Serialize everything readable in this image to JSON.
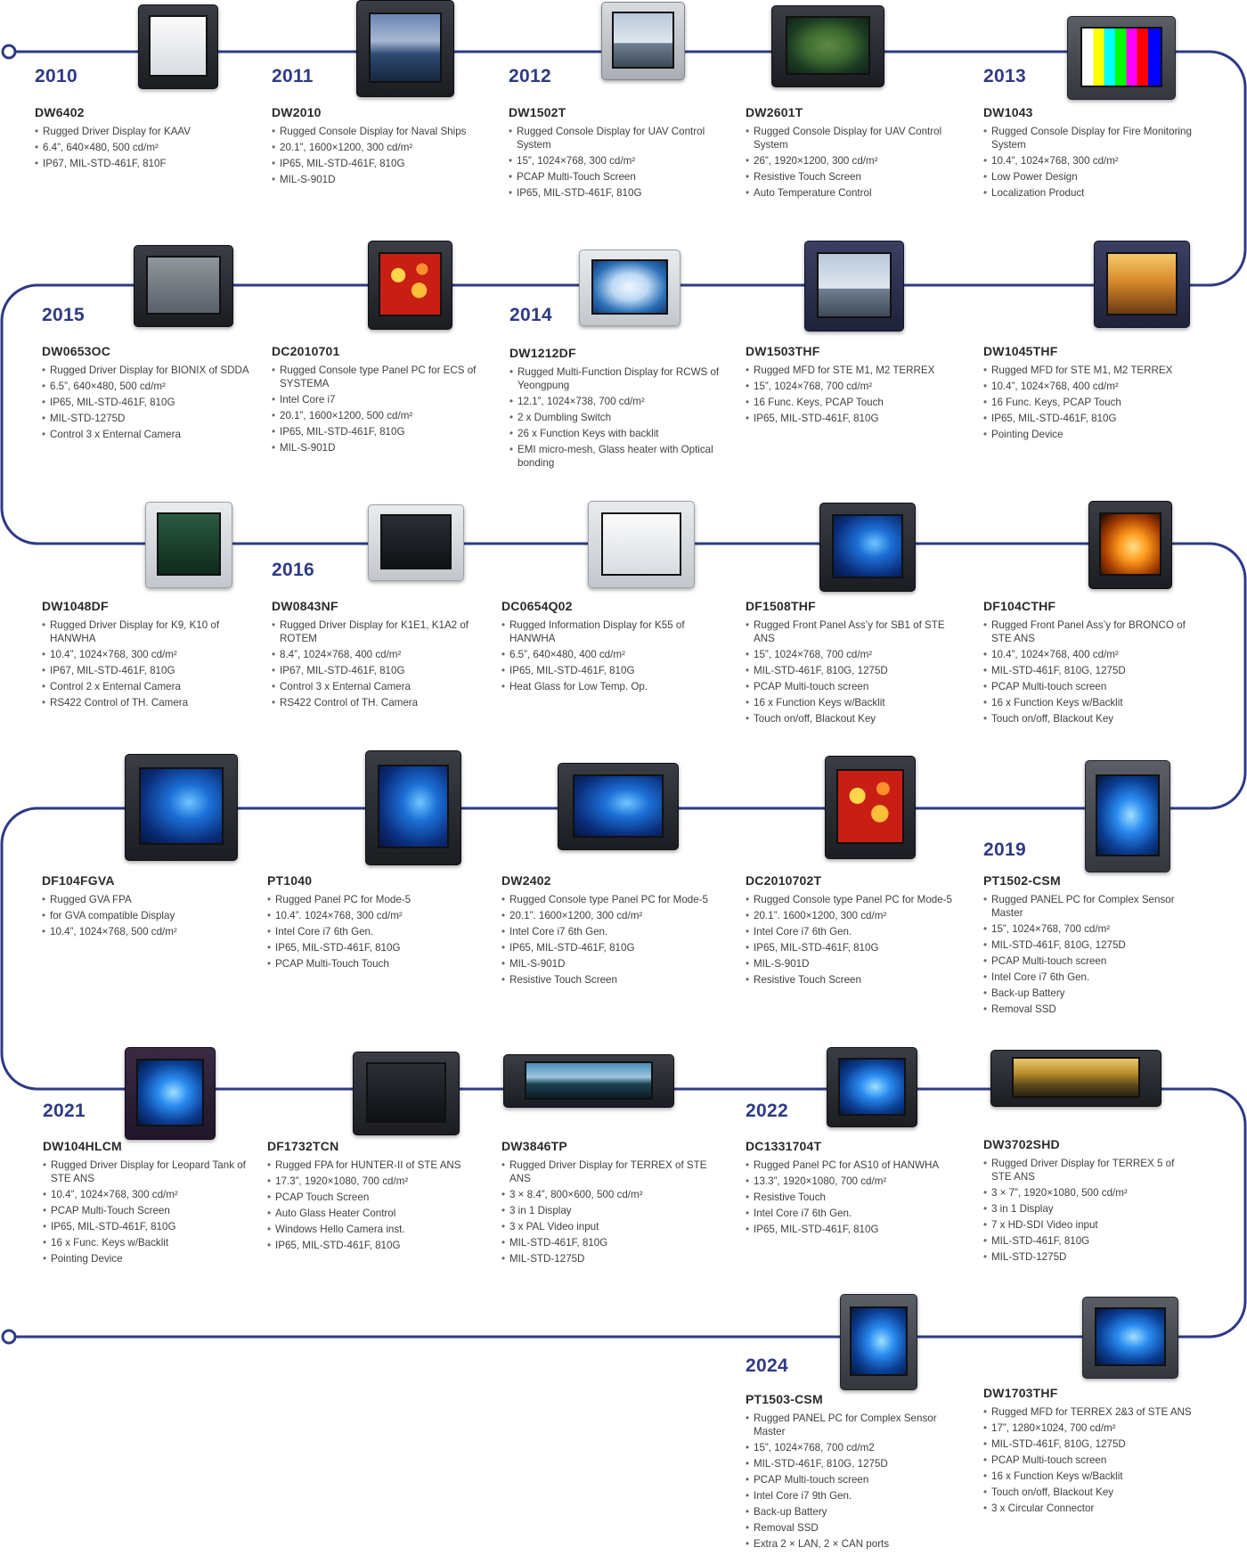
{
  "colors": {
    "line": "#2e3a86",
    "year": "#2e3a86"
  },
  "years": [
    "2010",
    "2011",
    "2012",
    "2013",
    "2015",
    "2014",
    "2016",
    "2019",
    "2021",
    "2022",
    "2024"
  ],
  "items": [
    {
      "model": "DW6402",
      "specs": [
        "Rugged Driver Display for KAAV",
        "6.4”, 640×480, 500 cd/m²",
        "IP67, MIL-STD-461F, 810F"
      ]
    },
    {
      "model": "DW2010",
      "specs": [
        "Rugged Console Display for Naval Ships",
        "20.1”, 1600×1200, 300 cd/m²",
        "IP65, MIL-STD-461F, 810G",
        "MIL-S-901D"
      ]
    },
    {
      "model": "DW1502T",
      "specs": [
        "Rugged Console Display for UAV Control System",
        "15”, 1024×768, 300 cd/m²",
        "PCAP Multi-Touch Screen",
        "IP65, MIL-STD-461F, 810G"
      ]
    },
    {
      "model": "DW2601T",
      "specs": [
        "Rugged Console Display for UAV Control System",
        "26”, 1920×1200, 300 cd/m²",
        "Resistive Touch Screen",
        "Auto Temperature Control"
      ]
    },
    {
      "model": "DW1043",
      "specs": [
        "Rugged Console Display for Fire Monitoring System",
        "10.4”, 1024×768, 300 cd/m²",
        "Low Power Design",
        "Localization Product"
      ]
    },
    {
      "model": "DW0653OC",
      "specs": [
        "Rugged Driver Display for BIONIX of SDDA",
        "6.5”, 640×480, 500 cd/m²",
        "IP65, MIL-STD-461F, 810G",
        "MIL-STD-1275D",
        "Control 3 x Enternal Camera"
      ]
    },
    {
      "model": "DC2010701",
      "specs": [
        "Rugged Console type Panel PC for ECS of SYSTEMA",
        "Intel Core i7",
        "20.1”, 1600×1200, 500 cd/m²",
        "IP65, MIL-STD-461F, 810G",
        "MIL-S-901D"
      ]
    },
    {
      "model": "DW1212DF",
      "specs": [
        "Rugged Multi-Function Display for RCWS of Yeongpung",
        "12.1”, 1024×738, 700 cd/m²",
        "2 x Dumbling Switch",
        "26 x Function Keys with backlit",
        "EMI micro-mesh, Glass heater with Optical bonding"
      ]
    },
    {
      "model": "DW1503THF",
      "specs": [
        "Rugged MFD for STE M1, M2 TERREX",
        "15”, 1024×768, 700 cd/m²",
        "16 Func. Keys, PCAP Touch",
        "IP65, MIL-STD-461F, 810G"
      ]
    },
    {
      "model": "DW1045THF",
      "specs": [
        "Rugged MFD for STE M1, M2 TERREX",
        "10.4”, 1024×768, 400 cd/m²",
        "16 Func. Keys, PCAP Touch",
        "IP65, MIL-STD-461F, 810G",
        "Pointing Device"
      ]
    },
    {
      "model": "DW1048DF",
      "specs": [
        "Rugged Driver Display for K9, K10 of HANWHA",
        "10.4”, 1024×768, 300 cd/m²",
        "IP67, MIL-STD-461F, 810G",
        "Control 2 x Enternal Camera",
        "RS422 Control of TH. Camera"
      ]
    },
    {
      "model": "DW0843NF",
      "specs": [
        "Rugged Driver Display for K1E1, K1A2 of ROTEM",
        "8.4”, 1024×768, 400 cd/m²",
        "IP67, MIL-STD-461F, 810G",
        "Control 3 x Enternal Camera",
        "RS422 Control of TH. Camera"
      ]
    },
    {
      "model": "DC0654Q02",
      "specs": [
        "Rugged Information Display for K55 of HANWHA",
        "6.5”, 640×480, 400 cd/m²",
        "IP65, MIL-STD-461F, 810G",
        "Heat Glass for Low Temp. Op."
      ]
    },
    {
      "model": "DF1508THF",
      "specs": [
        "Rugged Front Panel Ass’y for SB1 of STE ANS",
        "15”, 1024×768, 700 cd/m²",
        "MIL-STD-461F, 810G, 1275D",
        "PCAP Multi-touch screen",
        "16 x Function Keys w/Backlit",
        "Touch on/off, Blackout Key"
      ]
    },
    {
      "model": "DF104CTHF",
      "specs": [
        "Rugged Front Panel Ass’y for BRONCO of STE ANS",
        "10.4”, 1024×768, 400 cd/m²",
        "MIL-STD-461F, 810G, 1275D",
        "PCAP Multi-touch screen",
        "16 x Function Keys w/Backlit",
        "Touch on/off, Blackout Key"
      ]
    },
    {
      "model": "DF104FGVA",
      "specs": [
        "Rugged GVA FPA",
        "for GVA compatible Display",
        "10.4”, 1024×768, 500 cd/m²"
      ]
    },
    {
      "model": "PT1040",
      "specs": [
        "Rugged Panel PC for Mode-5",
        "10.4”. 1024×768, 300 cd/m²",
        "Intel Core i7 6th Gen.",
        "IP65, MIL-STD-461F, 810G",
        "PCAP Multi-Touch Touch"
      ]
    },
    {
      "model": "DW2402",
      "specs": [
        "Rugged Console type Panel PC for Mode-5",
        "20.1”. 1600×1200, 300 cd/m²",
        "Intel Core i7 6th Gen.",
        "IP65, MIL-STD-461F, 810G",
        "MIL-S-901D",
        "Resistive Touch Screen"
      ]
    },
    {
      "model": "DC2010702T",
      "specs": [
        "Rugged Console type Panel PC for Mode-5",
        "20.1”. 1600×1200, 300 cd/m²",
        "Intel Core i7 6th Gen.",
        "IP65, MIL-STD-461F, 810G",
        "MIL-S-901D",
        "Resistive Touch Screen"
      ]
    },
    {
      "model": "PT1502-CSM",
      "specs": [
        "Rugged PANEL PC for Complex Sensor Master",
        "15”, 1024×768, 700  cd/m²",
        "MIL-STD-461F, 810G, 1275D",
        "PCAP Multi-touch screen",
        "Intel Core i7 6th Gen.",
        "Back-up Battery",
        "Removal SSD"
      ]
    },
    {
      "model": "DW104HLCM",
      "specs": [
        "Rugged Driver Display for Leopard Tank of STE ANS",
        "10.4”, 1024×768, 300 cd/m²",
        "PCAP Multi-Touch Screen",
        "IP65, MIL-STD-461F, 810G",
        "16 x Func. Keys w/Backlit",
        "Pointing Device"
      ]
    },
    {
      "model": "DF1732TCN",
      "specs": [
        "Rugged FPA for HUNTER-II of STE ANS",
        "17.3”, 1920×1080, 700 cd/m²",
        "PCAP Touch Screen",
        "Auto Glass Heater Control",
        "Windows Hello Camera inst.",
        "IP65, MIL-STD-461F, 810G"
      ]
    },
    {
      "model": "DW3846TP",
      "specs": [
        "Rugged Driver Display for TERREX of STE ANS",
        "3 × 8.4”, 800×600, 500 cd/m²",
        "3 in 1 Display",
        "3 x PAL Video input",
        "MIL-STD-461F, 810G",
        "MIL-STD-1275D"
      ]
    },
    {
      "model": "DC1331704T",
      "specs": [
        "Rugged Panel PC for AS10 of HANWHA",
        "13.3”, 1920×1080, 700 cd/m²",
        "Resistive Touch",
        "Intel Core i7 6th Gen.",
        "IP65, MIL-STD-461F, 810G"
      ]
    },
    {
      "model": "DW3702SHD",
      "specs": [
        "Rugged Driver Display for TERREX 5 of STE ANS",
        "3 × 7”, 1920×1080, 500 cd/m²",
        "3 in 1 Display",
        "7 x HD-SDI Video input",
        "MIL-STD-461F, 810G",
        "MIL-STD-1275D"
      ]
    },
    {
      "model": "PT1503-CSM",
      "specs": [
        "Rugged PANEL PC for Complex Sensor Master",
        "15”, 1024×768, 700 cd/m2",
        "MIL-STD-461F, 810G, 1275D",
        "PCAP Multi-touch screen",
        "Intel Core i7 9th Gen.",
        "Back-up Battery",
        "Removal SSD",
        "Extra 2 × LAN, 2 × CAN ports"
      ]
    },
    {
      "model": "DW1703THF",
      "specs": [
        "Rugged MFD for TERREX 2&3 of STE ANS",
        "17”, 1280×1024, 700 cd/m²",
        "MIL-STD-461F, 810G, 1275D",
        "PCAP Multi-touch screen",
        "16 x Function Keys w/Backlit",
        "Touch on/off, Blackout Key",
        "3 x Circular Connector"
      ]
    }
  ]
}
